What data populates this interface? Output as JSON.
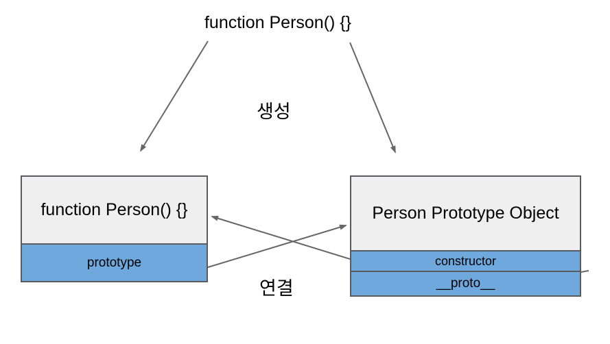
{
  "diagram": {
    "top_label": "function Person() {}",
    "creation_label": "생성",
    "link_label": "연결"
  },
  "left_box": {
    "title": "function Person() {}",
    "rows": [
      "prototype"
    ]
  },
  "right_box": {
    "title": "Person Prototype Object",
    "rows": [
      "constructor",
      "__proto__"
    ]
  },
  "arrows": [
    {
      "name": "creation-arrow-left",
      "from": "function Person() {}",
      "to": "function Person() {} box"
    },
    {
      "name": "creation-arrow-right",
      "from": "function Person() {}",
      "to": "Person Prototype Object box"
    },
    {
      "name": "link-arrow-prototype",
      "from": "prototype",
      "to": "Person Prototype Object"
    },
    {
      "name": "link-arrow-constructor",
      "from": "constructor",
      "to": "function Person() {}"
    }
  ],
  "colors": {
    "background": "#ffffff",
    "box_fill_gray": "#efefef",
    "box_fill_blue": "#6fa8dc",
    "border": "#595b5e",
    "arrow": "#666666",
    "text": "#000000"
  }
}
